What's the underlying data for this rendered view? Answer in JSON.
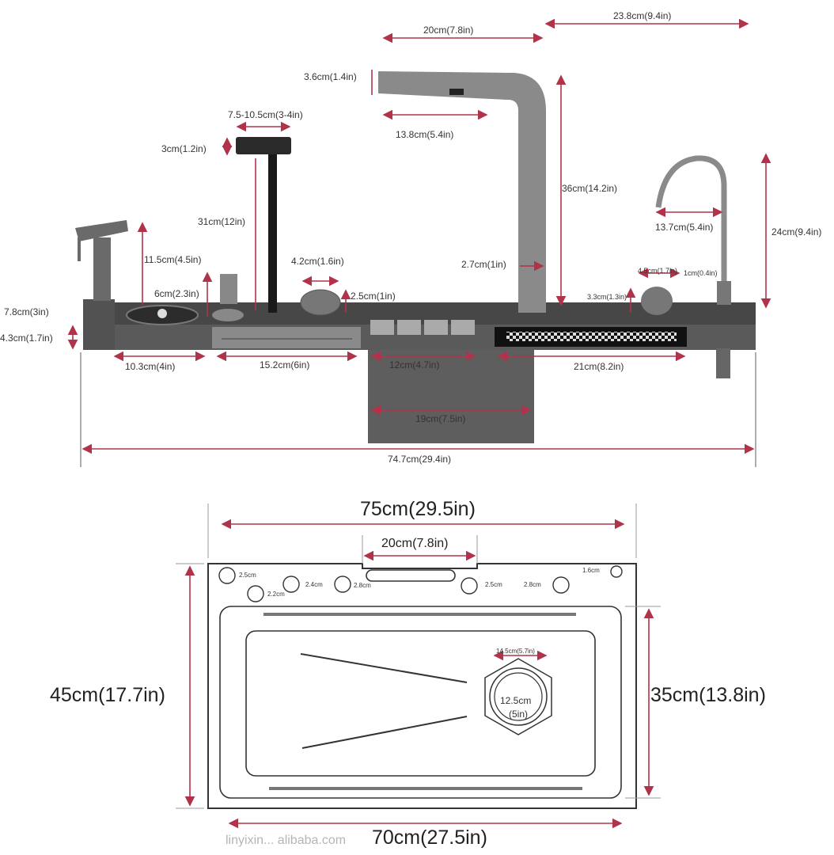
{
  "colors": {
    "dimension_line": "#b0334a",
    "body": "#4d4d4d",
    "outline": "#333333"
  },
  "side_view": {
    "labels": {
      "overall_depth_right": "23.8cm(9.4in)",
      "faucet_reach": "20cm(7.8in)",
      "faucet_head_height": "3.6cm(1.4in)",
      "faucet_head_length": "13.8cm(5.4in)",
      "phone_holder_width": "7.5-10.5cm(3-4in)",
      "phone_holder_clamp": "3cm(1.2in)",
      "faucet_height": "36cm(14.2in)",
      "phone_holder_height": "31cm(12in)",
      "filter_faucet_reach": "13.7cm(5.4in)",
      "filter_faucet_height": "24cm(9.4in)",
      "spray_gun_height": "11.5cm(4.5in)",
      "cup_diameter": "4.2cm(1.6in)",
      "faucet_pipe_diameter": "2.7cm(1in)",
      "cylinder_diameter": "4.5cm(1.7in)",
      "filter_pipe_diameter": "1cm(0.4in)",
      "soap_pump_height": "6cm(2.3in)",
      "cup_height": "2.5cm(1in)",
      "cylinder_height": "3.3cm(1.3in)",
      "left_block_height": "7.8cm(3in)",
      "counter_thickness": "4.3cm(1.7in)",
      "cup_rinser_width": "10.3cm(4in)",
      "drawer_width": "15.2cm(6in)",
      "button_panel_width": "12cm(4.7in)",
      "waterfall_width": "21cm(8.2in)",
      "center_box_width": "19cm(7.5in)",
      "overall_length": "74.7cm(29.4in)"
    }
  },
  "top_view": {
    "labels": {
      "overall_length": "75cm(29.5in)",
      "notch_width": "20cm(7.8in)",
      "overall_width": "45cm(17.7in)",
      "basin_width": "35cm(13.8in)",
      "basin_length": "70cm(27.5in)",
      "drain_outer": "14.5cm(5.7in)",
      "drain_inner_cm": "12.5cm",
      "drain_inner_in": "(5in)"
    },
    "holes": [
      "2.5cm",
      "2.2cm",
      "2.4cm",
      "2.8cm",
      "2.5cm",
      "2.8cm",
      "1.6cm"
    ]
  },
  "watermark": "linyixin... alibaba.com"
}
